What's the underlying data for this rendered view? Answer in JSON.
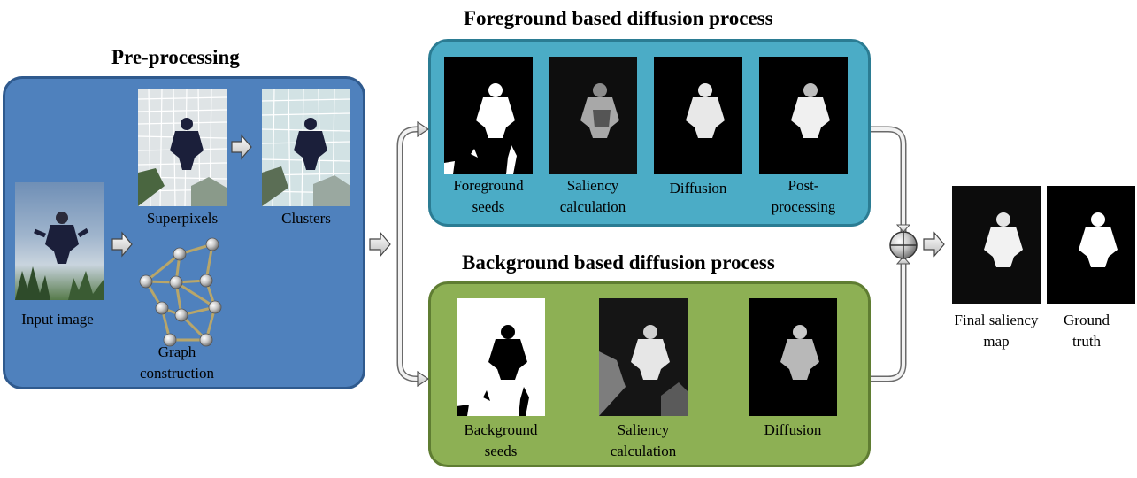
{
  "preprocessing": {
    "title": "Pre-processing",
    "input_caption": "Input image",
    "superpixels_caption": "Superpixels",
    "clusters_caption": "Clusters",
    "graph_caption_1": "Graph",
    "graph_caption_2": "construction",
    "panel_color": "#4f81bd"
  },
  "foreground": {
    "title": "Foreground based diffusion process",
    "panel_color": "#4bacc6",
    "steps": [
      {
        "line1": "Foreground",
        "line2": "seeds"
      },
      {
        "line1": "Saliency",
        "line2": "calculation"
      },
      {
        "line1": "Diffusion",
        "line2": ""
      },
      {
        "line1": "Post-",
        "line2": "processing"
      }
    ]
  },
  "background": {
    "title": "Background based diffusion process",
    "panel_color": "#8db054",
    "steps": [
      {
        "line1": "Background",
        "line2": "seeds"
      },
      {
        "line1": "Saliency",
        "line2": "calculation"
      },
      {
        "line1": "Diffusion",
        "line2": ""
      }
    ]
  },
  "outputs": [
    {
      "line1": "Final saliency",
      "line2": "map"
    },
    {
      "line1": "Ground",
      "line2": "truth"
    }
  ]
}
